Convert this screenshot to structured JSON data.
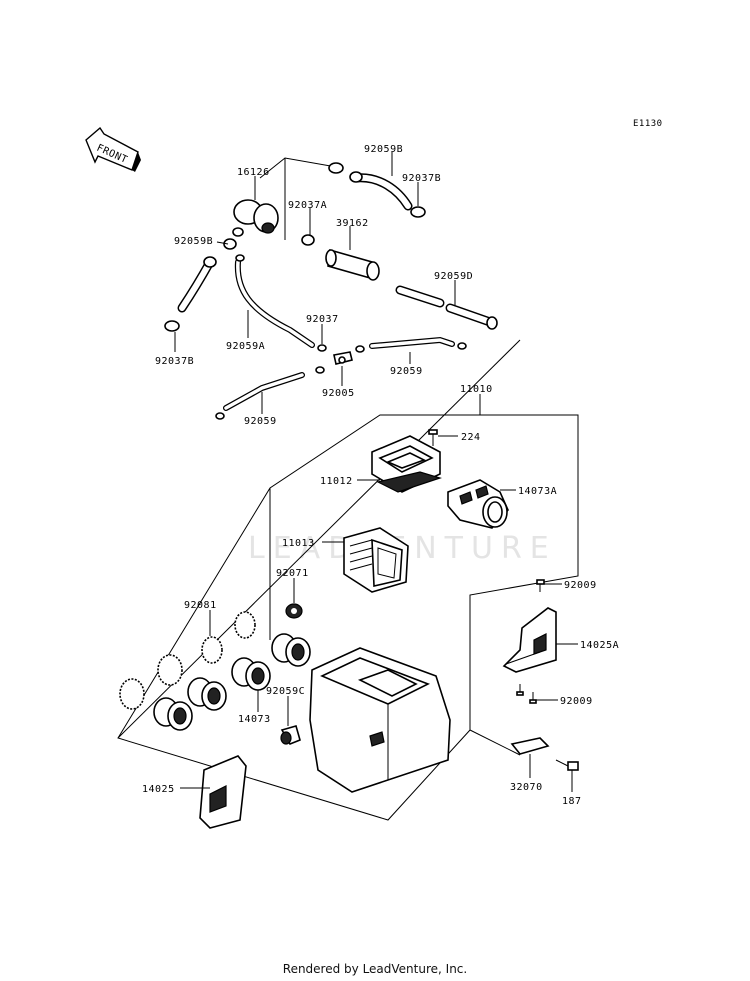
{
  "diagram_code": "E1130",
  "front_label": "FRONT",
  "watermark": "LEADVENTURE",
  "footer": "Rendered by LeadVenture, Inc.",
  "parts": {
    "p92059B_top": "92059B",
    "p92037B_top": "92037B",
    "p16126": "16126",
    "p92037A": "92037A",
    "p39162": "39162",
    "p92059B_left": "92059B",
    "p92059D": "92059D",
    "p92037B_left": "92037B",
    "p92059A": "92059A",
    "p92037": "92037",
    "p92059_mid": "92059",
    "p92005": "92005",
    "p92059_low": "92059",
    "p11010": "11010",
    "p224": "224",
    "p11012": "11012",
    "p14073A": "14073A",
    "p11013": "11013",
    "p92071": "92071",
    "p92081": "92081",
    "p92009_top": "92009",
    "p14025A": "14025A",
    "p92009_bot": "92009",
    "p92059C": "92059C",
    "p14073": "14073",
    "p14025": "14025",
    "p32070": "32070",
    "p187": "187"
  }
}
